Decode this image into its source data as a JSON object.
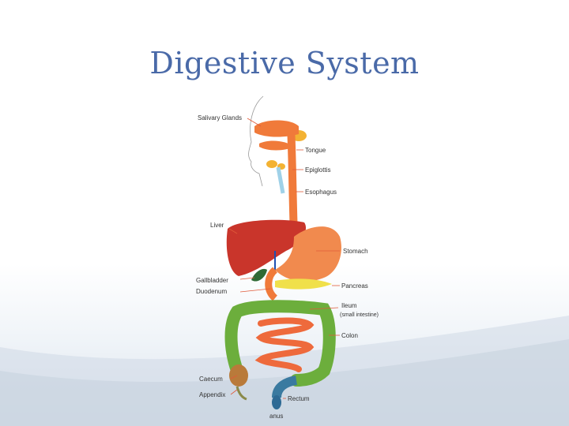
{
  "slide": {
    "title": "Digestive System"
  },
  "diagram": {
    "labels": {
      "salivary_glands": "Salivary Glands",
      "tongue": "Tongue",
      "epiglottis": "Epiglottis",
      "esophagus": "Esophagus",
      "liver": "Liver",
      "stomach": "Stomach",
      "gallbladder": "Gallbladder",
      "duodenum": "Duodenum",
      "pancreas": "Pancreas",
      "ileum": "Ileum",
      "ileum_note": "(small intestine)",
      "colon": "Colon",
      "caecum": "Caecum",
      "appendix": "Appendix",
      "rectum": "Rectum",
      "anus": "anus"
    },
    "colors": {
      "orange": "#f07a3a",
      "liver": "#c9352b",
      "stomach": "#f18a4e",
      "pancreas": "#f0e04a",
      "colon": "#6cae3c",
      "small_intestine": "#ee6a3c",
      "rectum": "#3a7aa0",
      "gland": "#f3b233"
    }
  }
}
